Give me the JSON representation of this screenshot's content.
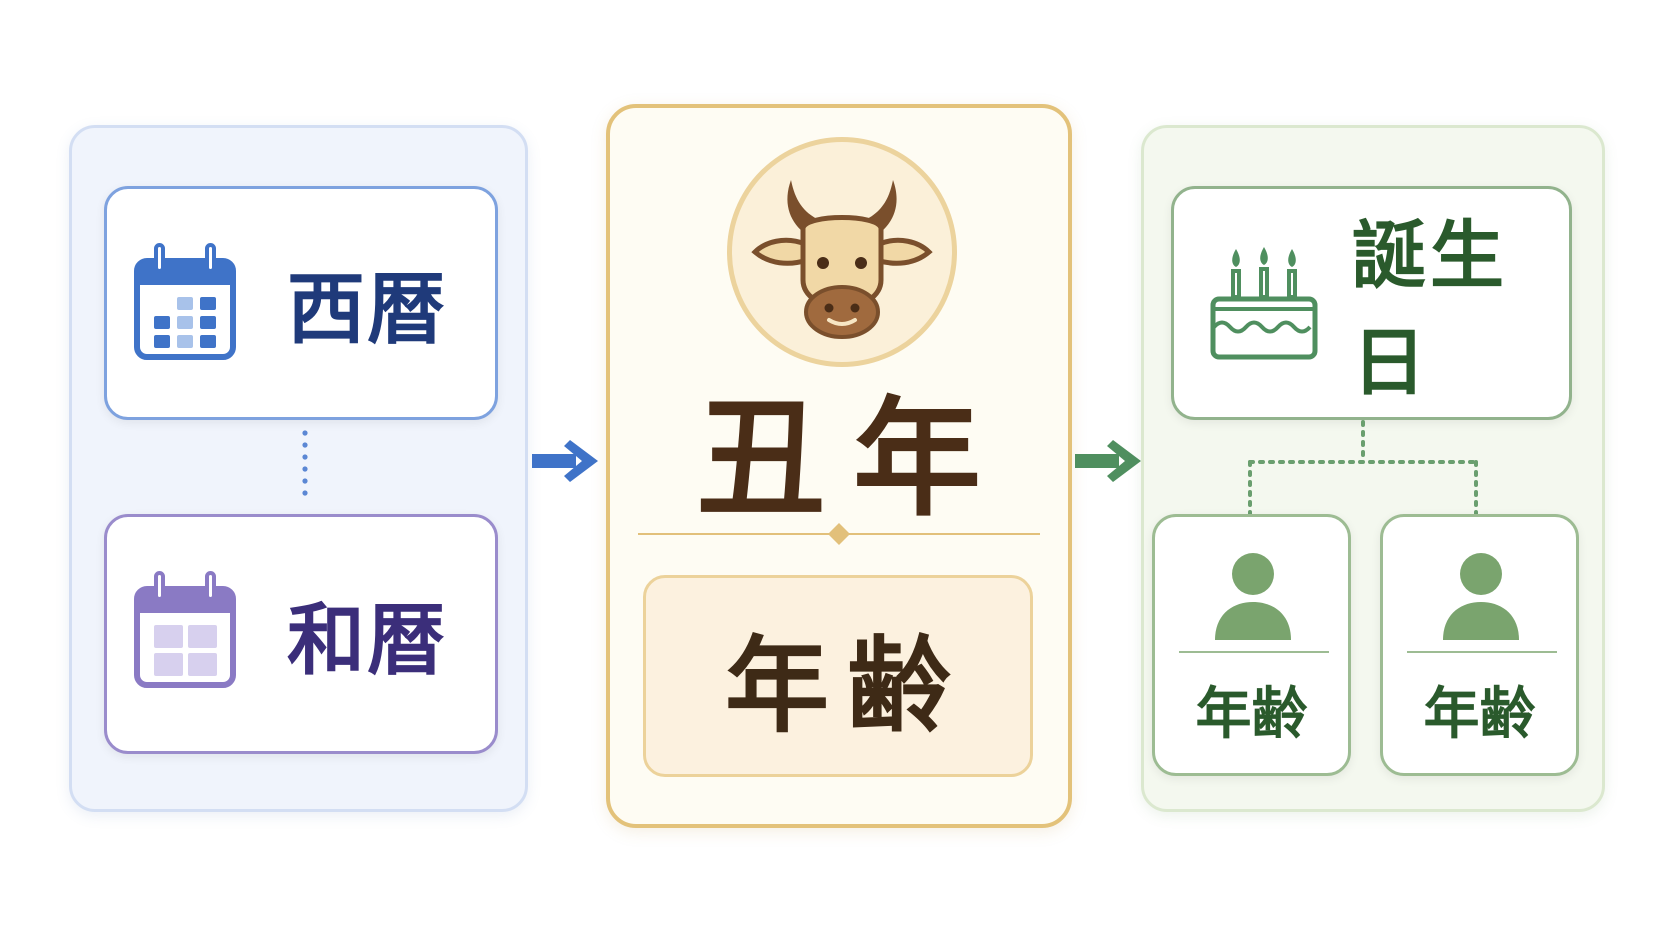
{
  "left": {
    "seireki_label": "西暦",
    "wareki_label": "和暦",
    "seireki_icon": "calendar-icon",
    "wareki_icon": "calendar-icon"
  },
  "center": {
    "eto_label": "丑年",
    "nenrei_label": "年齢",
    "zodiac_icon": "ox-icon"
  },
  "right": {
    "birthday_label": "誕生日",
    "birthday_icon": "birthday-cake-icon",
    "person_icon": "person-icon",
    "persons": [
      {
        "label": "年齢"
      },
      {
        "label": "年齢"
      }
    ]
  },
  "colors": {
    "blue_accent": "#3f73c8",
    "purple_accent": "#8a7ac4",
    "gold_accent": "#e3c27a",
    "brown_text": "#4a2d17",
    "green_accent": "#4f8f5f",
    "green_text": "#2a5a2c"
  }
}
